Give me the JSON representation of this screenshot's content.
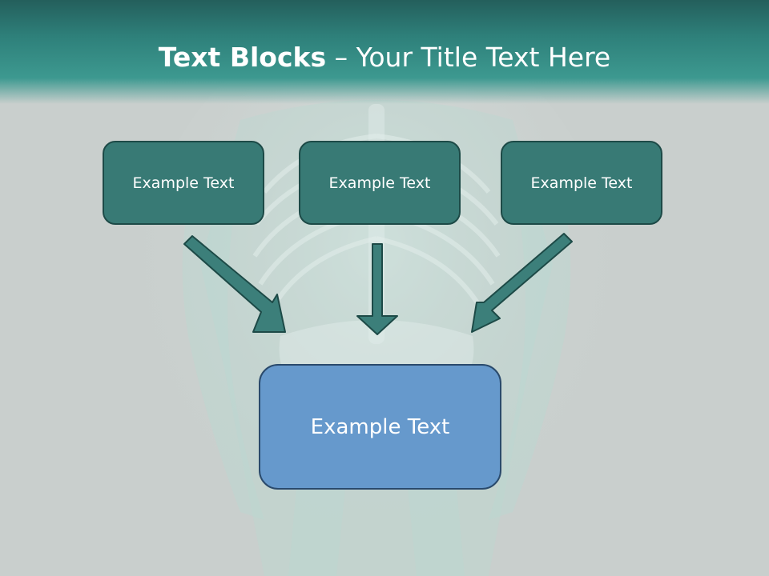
{
  "title": {
    "bold": "Text Blocks",
    "rest": " – Your Title Text Here"
  },
  "blocks": [
    {
      "label": "Example Text"
    },
    {
      "label": "Example Text"
    },
    {
      "label": "Example Text"
    }
  ],
  "target": {
    "label": "Example Text"
  },
  "colors": {
    "header": "#2e807a",
    "block_fill": "#387a75",
    "block_border": "#1d4a47",
    "target_fill": "#6699cc",
    "arrow": "#3c7f7a",
    "background": "#c9cfcd"
  }
}
